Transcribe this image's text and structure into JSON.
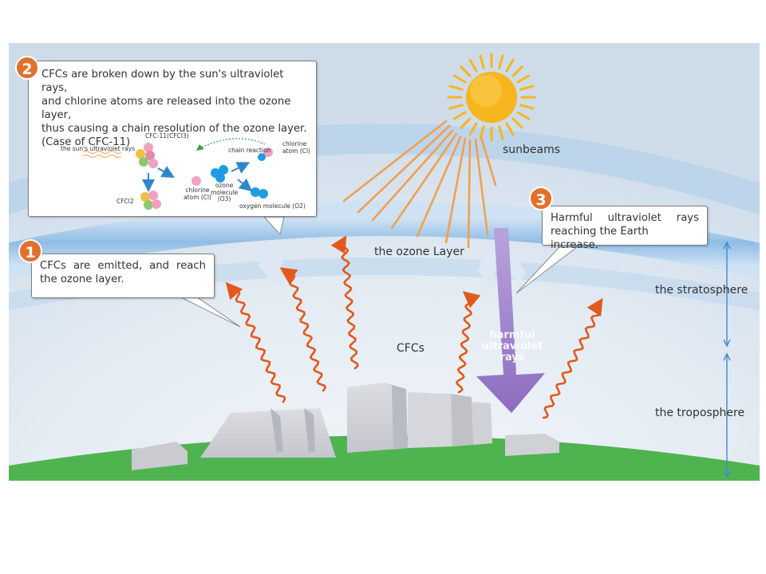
{
  "labels": {
    "sunbeams": "sunbeams",
    "ozone_layer": "the ozone Layer",
    "cfcs": "CFCs",
    "stratosphere": "the stratosphere",
    "troposphere": "the troposphere",
    "harmful_uv": [
      "harmful",
      "ultraviolet",
      "rays"
    ]
  },
  "callouts": [
    {
      "number": "1",
      "lines": [
        "CFCs are emitted, and reach",
        "the ozone layer."
      ]
    },
    {
      "number": "2",
      "lines": [
        "CFCs are broken down by the sun's ultraviolet rays,",
        "and chlorine atoms are released into the ozone layer,",
        "thus causing a chain resolution of the ozone layer.",
        "(Case of CFC-11)"
      ]
    },
    {
      "number": "3",
      "lines": [
        "Harmful ultraviolet rays",
        "reaching the Earth increase."
      ]
    }
  ],
  "reaction": {
    "uv_rays": "the sun's ultraviolet rays",
    "cfc11": "CFC-11(CFCl3)",
    "cfcl2": "CFCl2",
    "chlorine_atom": [
      "chlorine",
      "atom (Cl)"
    ],
    "ozone_molecule": [
      "ozone",
      "molecule",
      "(O3)"
    ],
    "chain_reaction": "chain reaction",
    "chlorine_atom_right": [
      "chlorine",
      "atom (Cl)"
    ],
    "oxygen_molecule": "oxygen molecule (O2)"
  },
  "colors": {
    "sky": "#dbe6f2",
    "ozone_band": "#8fbde6",
    "ground": "#4fb34f",
    "sun": "#f7b51e",
    "beam": "#f0a050",
    "wavy_arrow": "#e05a1e",
    "uv_arrow": "#9b7fc8",
    "badge": "#e0702c"
  }
}
